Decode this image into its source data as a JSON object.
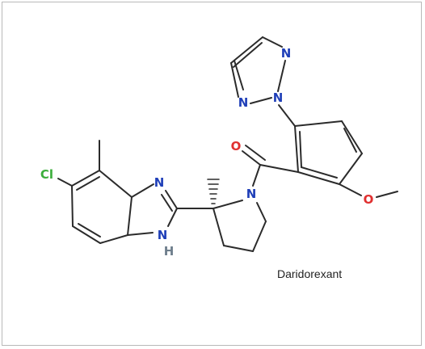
{
  "caption": "Daridorexant",
  "atom_labels": {
    "cl": "Cl",
    "n": "N",
    "o": "O",
    "h": "H"
  },
  "colors": {
    "bond": "#2b2b2b",
    "nitrogen": "#1f3fb8",
    "oxygen": "#e03030",
    "chlorine": "#3cae3c",
    "hydrogen": "#6e7e8c"
  }
}
